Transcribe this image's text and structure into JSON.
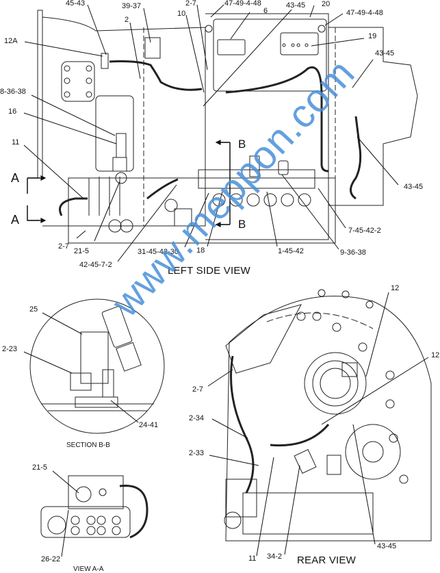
{
  "views": {
    "left_side": {
      "title": "LEFT SIDE VIEW",
      "section_markers": {
        "a_top": "A",
        "a_bottom": "A",
        "b_top": "B",
        "b_bottom": "B"
      },
      "callouts": [
        "45-43",
        "39-37",
        "2-7",
        "47-49-4-48",
        "43-45",
        "20",
        "47-49-4-48",
        "12A",
        "2",
        "10",
        "6",
        "19",
        "43-45",
        "8-36-38",
        "16",
        "11",
        "43-45",
        "2-7",
        "21-5",
        "42-45-7-2",
        "31-45-42-30",
        "18",
        "1-45-42",
        "7-45-42-2",
        "9-36-38"
      ]
    },
    "section_bb": {
      "title": "SECTION B-B",
      "callouts": [
        "25",
        "2-23",
        "24-41"
      ]
    },
    "view_aa": {
      "title": "VIEW A-A",
      "callouts": [
        "21-5",
        "26-22"
      ]
    },
    "rear": {
      "title": "REAR VIEW",
      "callouts": [
        "12",
        "12",
        "2-7",
        "2-34",
        "2-33",
        "11",
        "34-2",
        "43-45"
      ]
    }
  },
  "watermark": "www.meppon.com",
  "colors": {
    "line": "#111111",
    "watermark": "#4a90d9"
  }
}
